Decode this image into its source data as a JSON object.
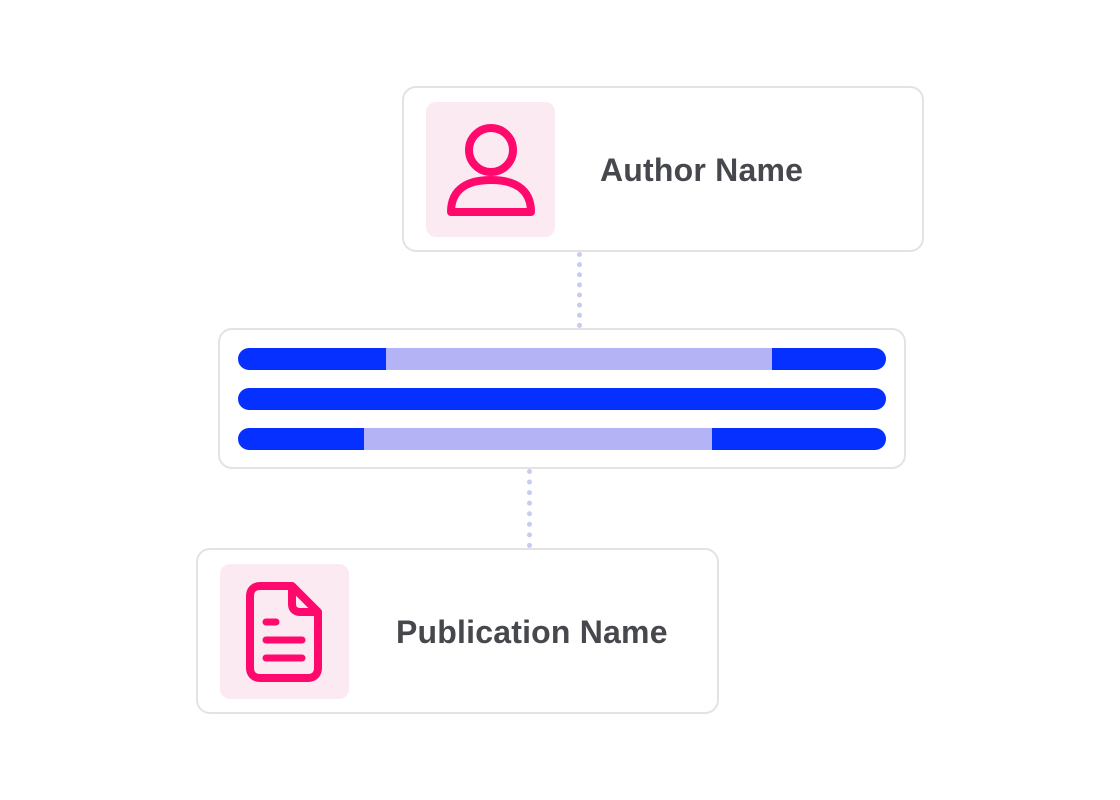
{
  "author": {
    "label": "Author Name",
    "icon": "user-icon"
  },
  "publication": {
    "label": "Publication Name",
    "icon": "document-icon"
  },
  "text_block": {
    "line_count": 3,
    "highlighted_lines": [
      1,
      3
    ]
  },
  "colors": {
    "accent_pink": "#ff0a6c",
    "icon_tile_bg": "#fceaf2",
    "bar_blue": "#0630ff",
    "highlight_lavender": "#b3b3f5",
    "connector": "#c6cdf0",
    "card_border": "#e3e3e6",
    "label_text": "#47484d"
  }
}
